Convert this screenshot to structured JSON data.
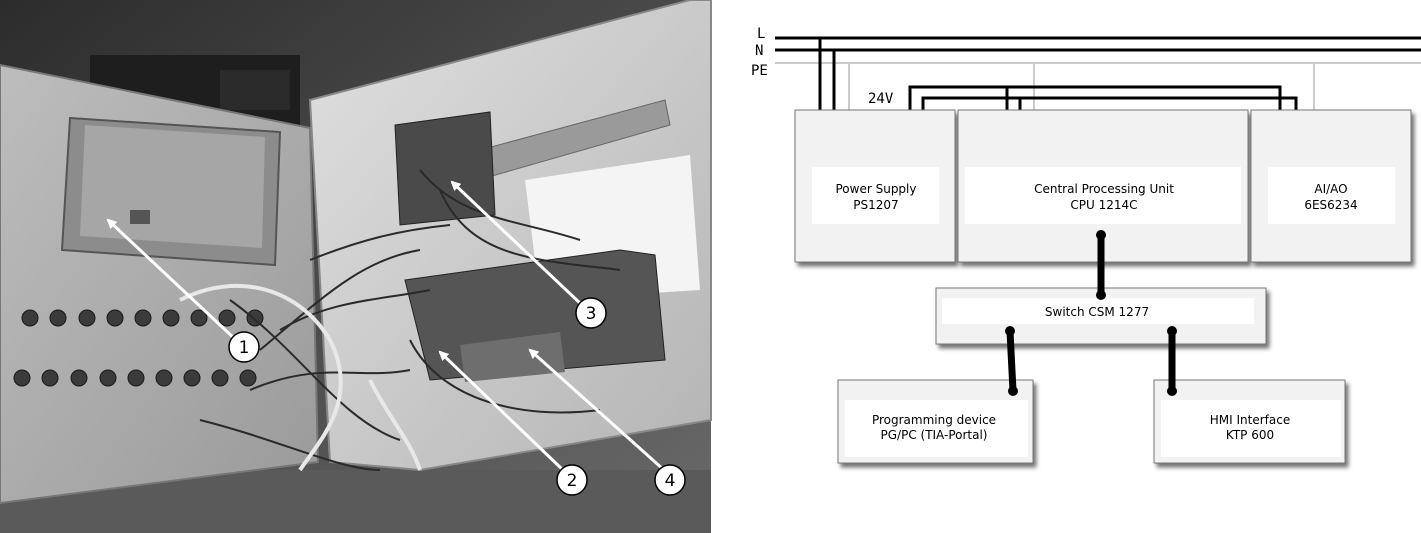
{
  "photo": {
    "callouts": [
      "1",
      "2",
      "3",
      "4"
    ]
  },
  "rails": {
    "l": "L",
    "n": "N",
    "pe": "PE",
    "v24": "24V"
  },
  "blocks": {
    "power_supply": {
      "line1": "Power Supply",
      "line2": "PS1207"
    },
    "cpu": {
      "line1": "Central Processing Unit",
      "line2": "CPU 1214C"
    },
    "aiao": {
      "line1": "AI/AO",
      "line2": "6ES6234"
    },
    "switch": {
      "line1": "Switch CSM 1277"
    },
    "programming": {
      "line1": "Programming device",
      "line2": "PG/PC (TIA-Portal)"
    },
    "hmi": {
      "line1": "HMI Interface",
      "line2": "KTP 600"
    }
  },
  "colors": {
    "photo_dark": "#3a3a3a",
    "panel_light": "#d8d8d8",
    "block_fill": "#f2f2f2",
    "line": "#000000"
  }
}
